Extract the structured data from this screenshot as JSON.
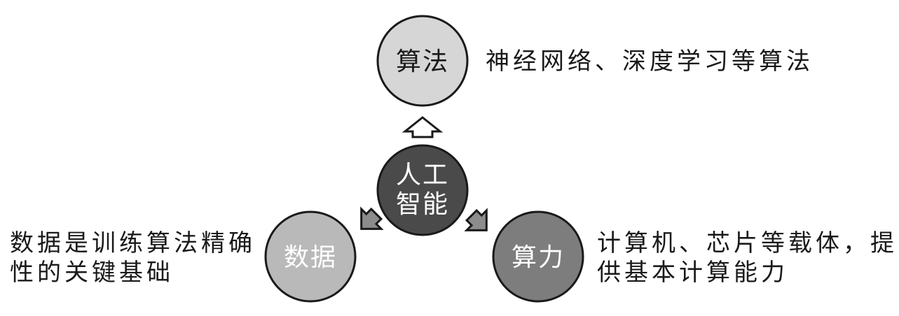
{
  "center": {
    "line1": "人工",
    "line2": "智能"
  },
  "nodes": {
    "algorithm": {
      "label": "算法",
      "desc": "神经网络、深度学习等算法"
    },
    "data": {
      "label": "数据",
      "desc_line1": "数据是训练算法精确",
      "desc_line2": "性的关键基础"
    },
    "compute": {
      "label": "算力",
      "desc_line1": "计算机、芯片等载体，提",
      "desc_line2": "供基本计算能力"
    }
  },
  "colors": {
    "center_fill": "#4a4a4a",
    "algorithm_fill": "#d6d6d6",
    "data_fill": "#b9b9b9",
    "compute_fill": "#7d7d7d",
    "arrow_up_fill": "#ffffff",
    "arrow_side_fill": "#8c8c8c",
    "stroke": "#1a1a1a"
  }
}
